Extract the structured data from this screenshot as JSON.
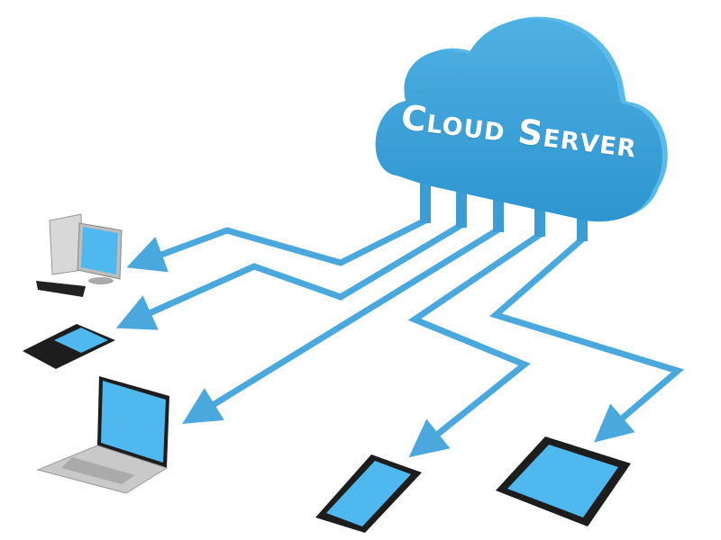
{
  "cloud": {
    "title": "Cloud Server"
  },
  "colors": {
    "cloud": "#3fa3d8",
    "cloud_edge": "#5bbbe8",
    "pipe": "#4aa8dc",
    "screen": "#4fb8ee",
    "device_dark": "#1d1d1d"
  },
  "devices": [
    "desktop-computer",
    "blackberry-phone",
    "laptop",
    "smartphone",
    "tablet"
  ]
}
